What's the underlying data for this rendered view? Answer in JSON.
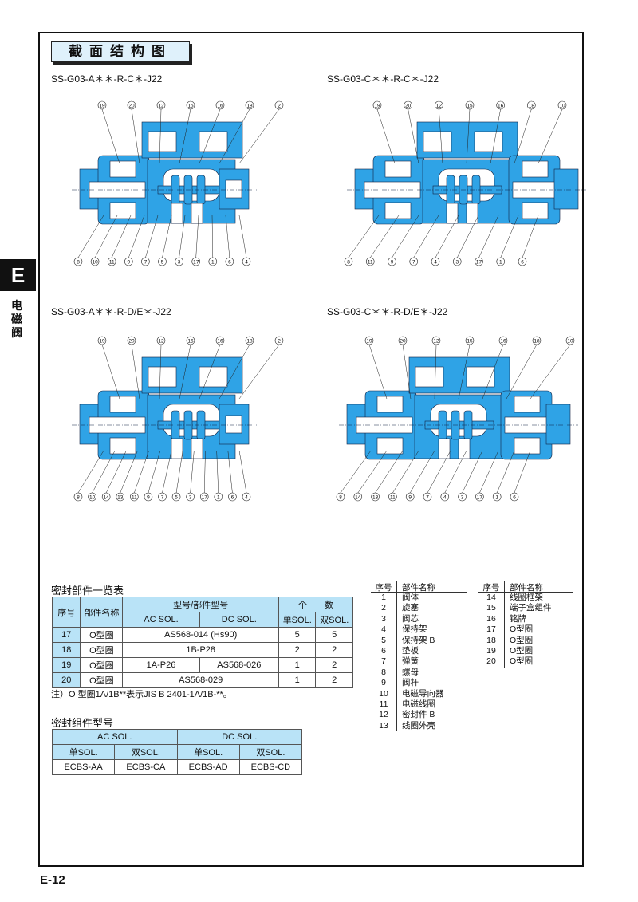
{
  "section_title": "截面结构图",
  "side_tab": {
    "letter": "E",
    "label": "电磁阀"
  },
  "page_number": "E-12",
  "colors": {
    "body": "#2fa3e6",
    "header_bg": "#b9e3f7",
    "title_bg": "#dff1fb"
  },
  "diagrams": [
    {
      "model": "SS-G03-A＊＊-R-C＊-J22",
      "top": [
        "19",
        "20",
        "12",
        "15",
        "16",
        "18",
        "2"
      ],
      "bottom": [
        "8",
        "10",
        "11",
        "9",
        "7",
        "5",
        "3",
        "17",
        "1",
        "6",
        "4"
      ],
      "double": false
    },
    {
      "model": "SS-G03-C＊＊-R-C＊-J22",
      "top": [
        "19",
        "20",
        "12",
        "15",
        "16",
        "18",
        "10"
      ],
      "bottom": [
        "8",
        "11",
        "9",
        "7",
        "4",
        "3",
        "17",
        "1",
        "6"
      ],
      "double": true
    },
    {
      "model": "SS-G03-A＊＊-R-D/E＊-J22",
      "top": [
        "19",
        "20",
        "12",
        "15",
        "16",
        "18",
        "2"
      ],
      "bottom": [
        "8",
        "10",
        "14",
        "13",
        "11",
        "9",
        "7",
        "5",
        "3",
        "17",
        "1",
        "6",
        "4"
      ],
      "double": false
    },
    {
      "model": "SS-G03-C＊＊-R-D/E＊-J22",
      "top": [
        "19",
        "20",
        "12",
        "15",
        "16",
        "18",
        "10"
      ],
      "bottom": [
        "8",
        "14",
        "13",
        "11",
        "9",
        "7",
        "4",
        "3",
        "17",
        "1",
        "6"
      ],
      "double": true
    }
  ],
  "seal_table": {
    "title": "密封部件一览表",
    "h_no": "序号",
    "h_name": "部件名称",
    "h_model": "型号/部件型号",
    "h_qty": "个　　数",
    "h_ac": "AC SOL.",
    "h_dc": "DC SOL.",
    "h_single": "单SOL.",
    "h_double": "双SOL.",
    "rows": [
      {
        "no": "17",
        "name": "O型圈",
        "ac": "AS568-014 (Hs90)",
        "dc": "",
        "single": "5",
        "double": "5"
      },
      {
        "no": "18",
        "name": "O型圈",
        "ac": "1B-P28",
        "dc": "",
        "single": "2",
        "double": "2"
      },
      {
        "no": "19",
        "name": "O型圈",
        "ac": "1A-P26",
        "dc": "AS568-026",
        "single": "1",
        "double": "2"
      },
      {
        "no": "20",
        "name": "O型圈",
        "ac": "AS568-029",
        "dc": "",
        "single": "1",
        "double": "2"
      }
    ],
    "note": "注）O 型圈1A/1B**表示JIS B 2401-1A/1B-**。"
  },
  "kit_table": {
    "title": "密封组件型号",
    "ac": "AC SOL.",
    "dc": "DC SOL.",
    "sub": [
      "单SOL.",
      "双SOL.",
      "单SOL.",
      "双SOL."
    ],
    "values": [
      "ECBS-AA",
      "ECBS-CA",
      "ECBS-AD",
      "ECBS-CD"
    ]
  },
  "parts_list": {
    "h_no": "序号",
    "h_name": "部件名称",
    "col1": [
      [
        "1",
        "阀体"
      ],
      [
        "2",
        "旋塞"
      ],
      [
        "3",
        "阀芯"
      ],
      [
        "4",
        "保持架"
      ],
      [
        "5",
        "保持架 B"
      ],
      [
        "6",
        "垫板"
      ],
      [
        "7",
        "弹簧"
      ],
      [
        "8",
        "螺母"
      ],
      [
        "9",
        "阀杆"
      ],
      [
        "10",
        "电磁导向器"
      ],
      [
        "11",
        "电磁线圈"
      ],
      [
        "12",
        "密封件 B"
      ],
      [
        "13",
        "线圈外壳"
      ]
    ],
    "col2": [
      [
        "14",
        "线圈框架"
      ],
      [
        "15",
        "端子盒组件"
      ],
      [
        "16",
        "铭牌"
      ],
      [
        "17",
        "O型圈"
      ],
      [
        "18",
        "O型圈"
      ],
      [
        "19",
        "O型圈"
      ],
      [
        "20",
        "O型圈"
      ]
    ]
  }
}
